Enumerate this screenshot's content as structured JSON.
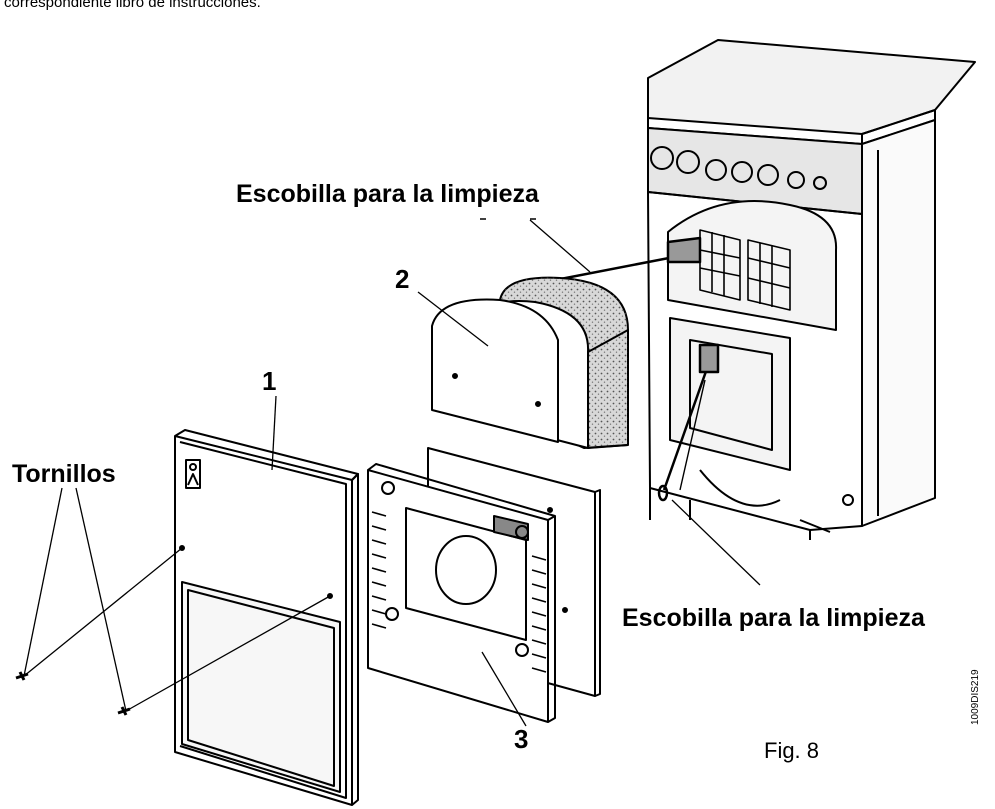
{
  "header_text": "correspondiente libro de instrucciones.",
  "labels": {
    "escobilla_top": "Escobilla para la limpieza",
    "escobilla_bottom": "Escobilla para la limpieza",
    "tornillos": "Tornillos"
  },
  "part_numbers": {
    "p1": "1",
    "p2": "2",
    "p3": "3"
  },
  "figure_caption": "Fig. 8",
  "drawing_code": "1009DIS219"
}
